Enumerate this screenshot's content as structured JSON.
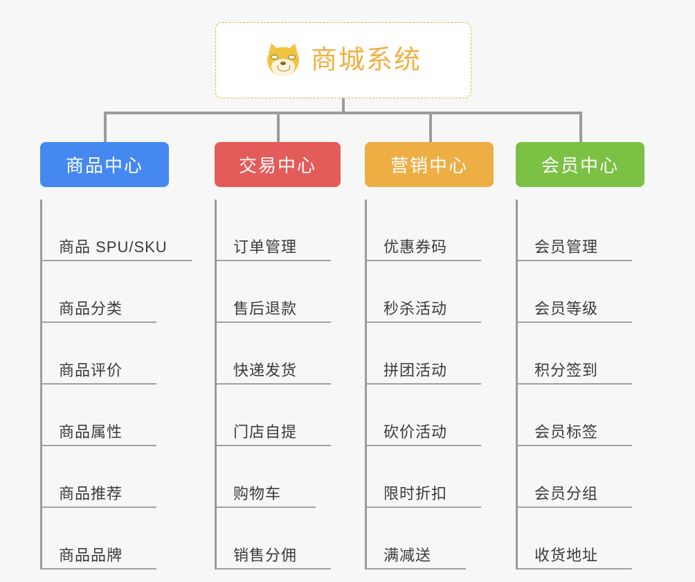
{
  "background_color": "#f7f7f7",
  "root": {
    "icon": "shiba-inu-dog-face-icon",
    "label": "商城系统",
    "text_color": "#efb142",
    "border_color": "#e9ab3f",
    "fill_color": "#ffffff"
  },
  "connector_color": "#9b9b9b",
  "branches": [
    {
      "label": "商品中心",
      "color": "#4589f0",
      "leaves": [
        "商品 SPU/SKU",
        "商品分类",
        "商品评价",
        "商品属性",
        "商品推荐",
        "商品品牌"
      ]
    },
    {
      "label": "交易中心",
      "color": "#e45c59",
      "leaves": [
        "订单管理",
        "售后退款",
        "快递发货",
        "门店自提",
        "购物车",
        "销售分佣"
      ]
    },
    {
      "label": "营销中心",
      "color": "#edae44",
      "leaves": [
        "优惠券码",
        "秒杀活动",
        "拼团活动",
        "砍价活动",
        "限时折扣",
        "满减送"
      ]
    },
    {
      "label": "会员中心",
      "color": "#7ac144",
      "leaves": [
        "会员管理",
        "会员等级",
        "积分签到",
        "会员标签",
        "会员分组",
        "收货地址"
      ]
    }
  ]
}
